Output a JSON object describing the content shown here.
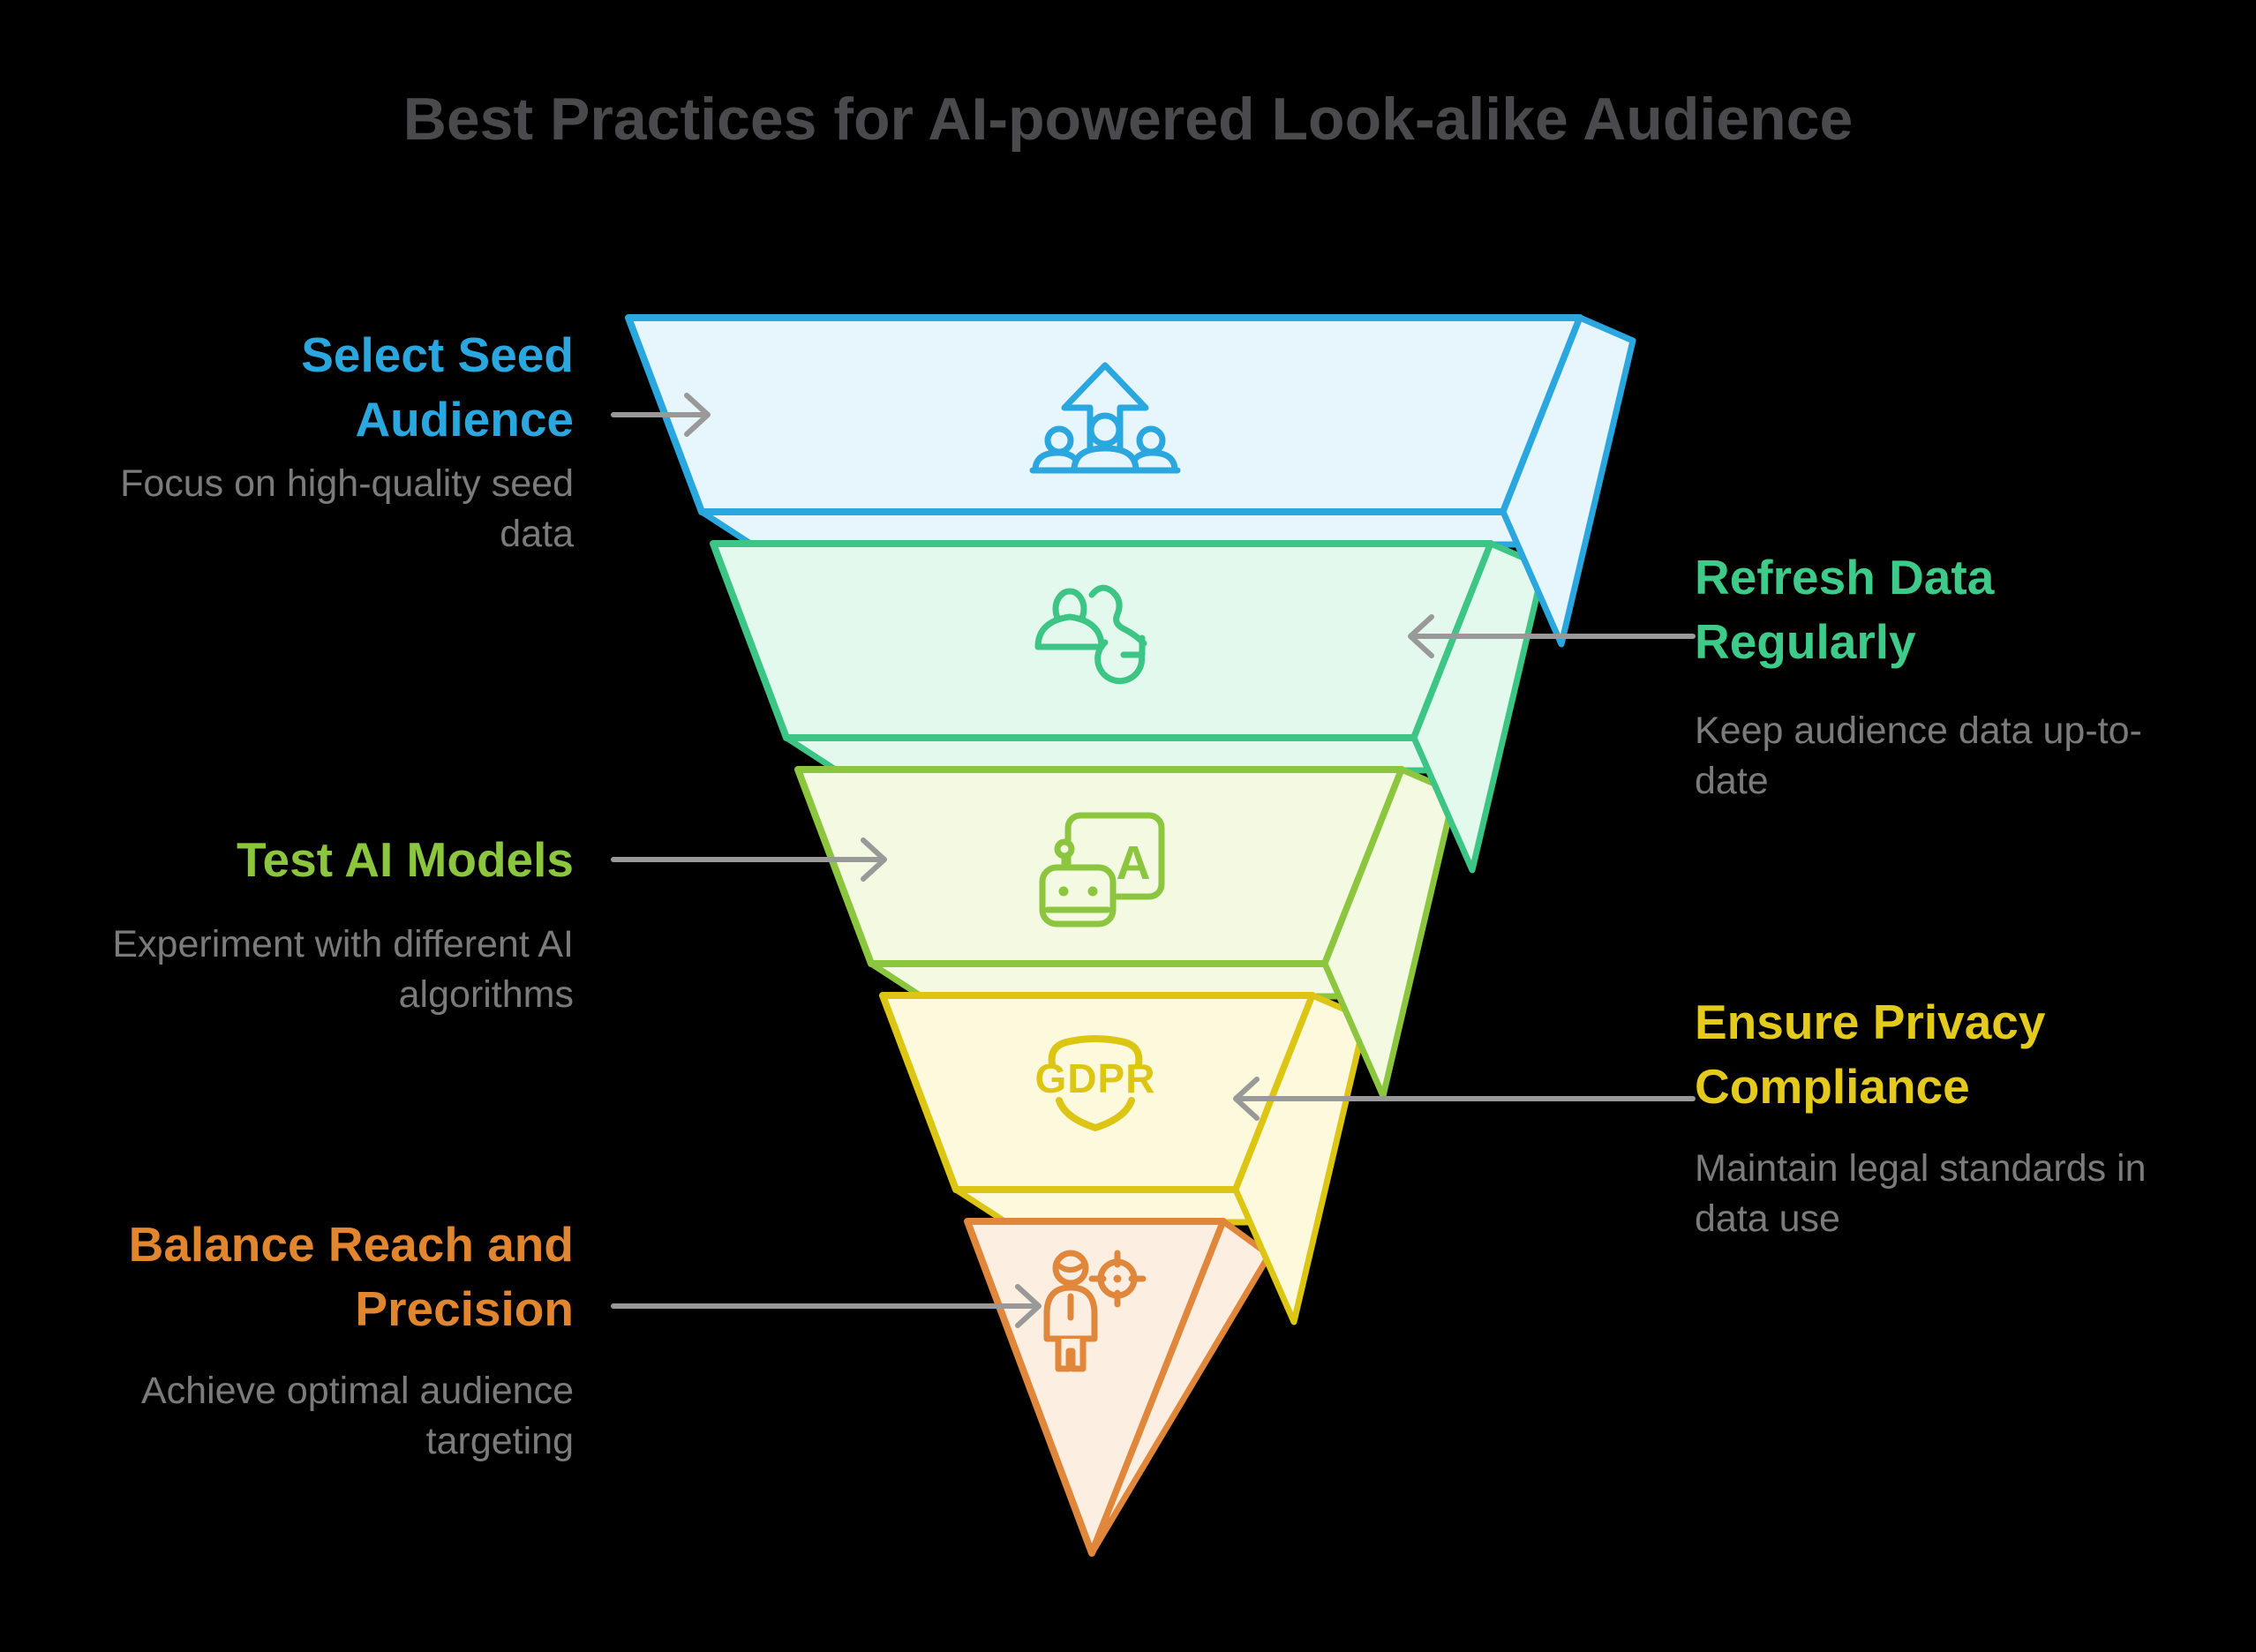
{
  "background_color": "#000000",
  "title": {
    "text": "Best Practices for AI-powered Look-alike Audience",
    "color": "#4a4a4c"
  },
  "description_color": "#7b7b7b",
  "arrow_color": "#999999",
  "levels": [
    {
      "rank": 1,
      "label": "Select Seed Audience",
      "description": "Focus on high-quality seed data",
      "label_side": "left",
      "label_color": "#2aa7de",
      "border_color": "#2aa7de",
      "fill_color": "#e7f5fd",
      "icon": "audience-growth-icon"
    },
    {
      "rank": 2,
      "label": "Refresh Data Regularly",
      "description": "Keep audience data up-to-date",
      "label_side": "right",
      "label_color": "#3ecb8a",
      "border_color": "#3cc584",
      "fill_color": "#e4f9ee",
      "icon": "people-refresh-icon"
    },
    {
      "rank": 3,
      "label": "Test AI Models",
      "description": "Experiment with different AI algorithms",
      "label_side": "left",
      "label_color": "#8cc63f",
      "border_color": "#8cc63f",
      "fill_color": "#f4fae2",
      "icon": "ai-model-test-icon",
      "icon_text": "A"
    },
    {
      "rank": 4,
      "label": "Ensure Privacy Compliance",
      "description": "Maintain legal standards in data use",
      "label_side": "right",
      "label_color": "#e3ca1c",
      "border_color": "#ddc513",
      "fill_color": "#fcf9dc",
      "icon": "gdpr-shield-icon",
      "icon_text": "GDPR"
    },
    {
      "rank": 5,
      "label": "Balance Reach and Precision",
      "description": "Achieve optimal audience targeting",
      "label_side": "left",
      "label_color": "#e1862f",
      "border_color": "#e0873c",
      "fill_color": "#fcefe1",
      "icon": "person-target-icon"
    }
  ]
}
